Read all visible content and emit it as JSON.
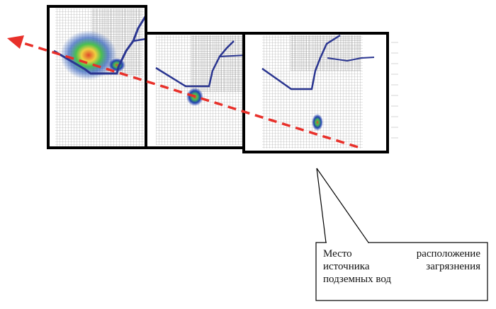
{
  "callout": {
    "lines": [
      "Место расположение",
      "источника загрязнения",
      "подземных вод"
    ]
  },
  "colors": {
    "arrow": "#e8302a",
    "channel": "#2a3590",
    "frame": "#000000",
    "grid": "#9a9a9a"
  },
  "panels": [
    {
      "name": "model-snapshot-1"
    },
    {
      "name": "model-snapshot-2"
    },
    {
      "name": "model-snapshot-3"
    }
  ]
}
